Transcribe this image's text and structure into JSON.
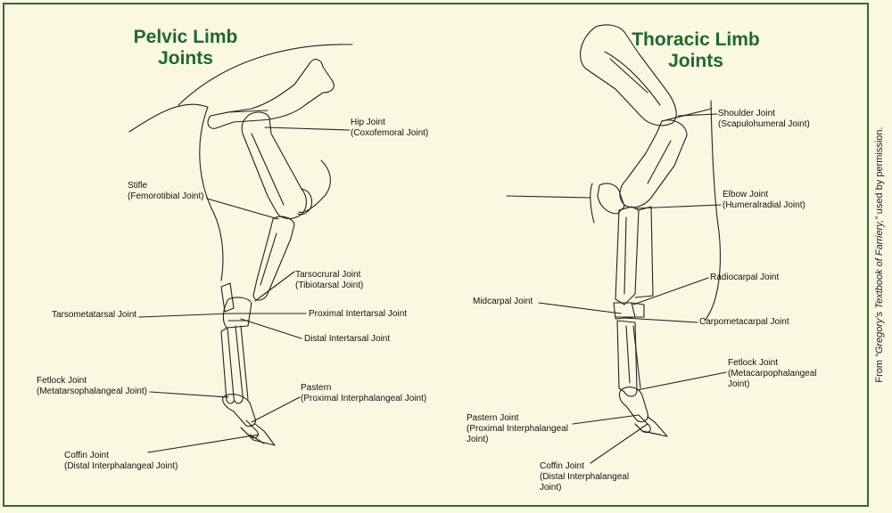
{
  "pelvic": {
    "title_line1": "Pelvic Limb",
    "title_line2": "Joints",
    "labels": {
      "hip": [
        "Hip Joint",
        "(Coxofemoral Joint)"
      ],
      "stifle": [
        "Stifle",
        "(Femorotibial Joint)"
      ],
      "tarsocrural": [
        "Tarsocrural Joint",
        "(Tibiotarsal Joint)"
      ],
      "tarsometatarsal": "Tarsometatarsal Joint",
      "proximal_intertarsal": "Proximal Intertarsal Joint",
      "distal_intertarsal": "Distal Intertarsal Joint",
      "fetlock": [
        "Fetlock Joint",
        "(Metatarsophalangeal Joint)"
      ],
      "pastern": [
        "Pastern",
        "(Proximal Interphalangeal Joint)"
      ],
      "coffin": [
        "Coffin Joint",
        "(Distal Interphalangeal Joint)"
      ]
    }
  },
  "thoracic": {
    "title_line1": "Thoracic Limb",
    "title_line2": "Joints",
    "labels": {
      "shoulder": [
        "Shoulder Joint",
        "(Scapulohumeral Joint)"
      ],
      "elbow": [
        "Elbow Joint",
        "(Humeralradial Joint)"
      ],
      "radiocarpal": "Radiocarpal Joint",
      "midcarpal": "Midcarpal Joint",
      "carpometacarpal": "Carpometacarpal Joint",
      "fetlock": [
        "Fetlock Joint",
        "(Metacarpophalangeal",
        "Joint)"
      ],
      "pastern": [
        "Pastern Joint",
        "(Proximal Interphalangeal",
        "Joint)"
      ],
      "coffin": [
        "Coffin Joint",
        "(Distal Interphalangeal",
        "Joint)"
      ]
    }
  },
  "credit": {
    "prefix": "From ",
    "source": "“Gregory’s Textbook of Farriery,”",
    "suffix": " used by permission."
  },
  "colors": {
    "background": "#fbf8e2",
    "frame": "#2e6b33",
    "title": "#1e6a2c"
  }
}
